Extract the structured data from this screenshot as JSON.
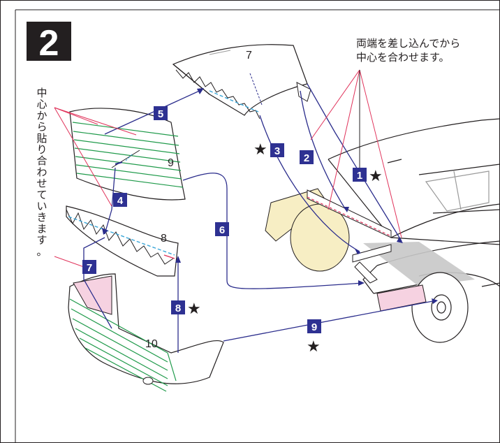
{
  "step_number": "2",
  "note_top_right": {
    "line1": "両端を差し込んでから",
    "line2": "中心を合わせます。"
  },
  "note_left_vertical": [
    "中",
    "心",
    "か",
    "ら",
    "貼",
    "り",
    "合",
    "わ",
    "せ",
    "て",
    "い",
    "き",
    "ま",
    "す",
    "。"
  ],
  "part_labels": {
    "p7": "7",
    "p8": "8",
    "p9": "9",
    "p10": "10"
  },
  "steps": [
    {
      "num": "1",
      "star": true
    },
    {
      "num": "2",
      "star": false
    },
    {
      "num": "3",
      "star": true
    },
    {
      "num": "4",
      "star": false
    },
    {
      "num": "5",
      "star": false
    },
    {
      "num": "6",
      "star": false
    },
    {
      "num": "7",
      "star": false
    },
    {
      "num": "8",
      "star": true
    },
    {
      "num": "9",
      "star": true
    }
  ],
  "star_glyph": "★",
  "colors": {
    "step_box": "#2e3192",
    "guide_line": "#2b2d8c",
    "leader_red": "#e0325a",
    "stripe_green": "#1f9a4a",
    "dash_blue": "#3aa6d8",
    "part_fill": "#ffffff",
    "tan_fill": "#f7eec4",
    "pink_fill": "#f6d2e1",
    "gray_band": "#c8c8c8"
  }
}
